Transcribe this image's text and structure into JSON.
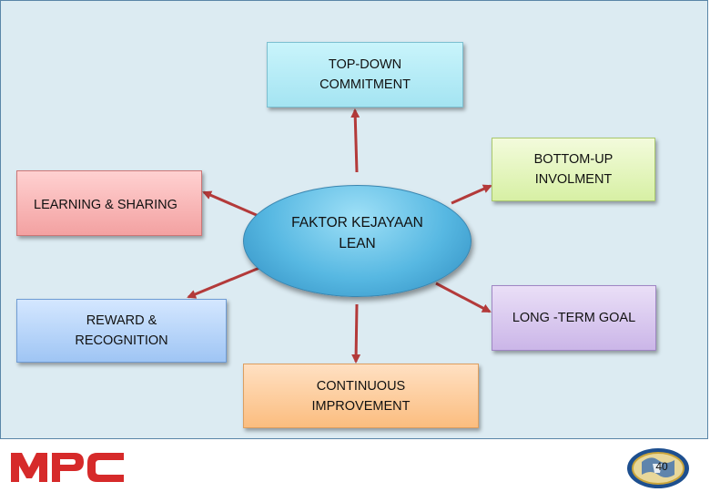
{
  "diagram": {
    "center": "FAKTOR KEJAYAAN\nLEAN",
    "nodes": {
      "top_down": "TOP-DOWN\nCOMMITMENT",
      "bottom_up": "BOTTOM-UP\nINVOLMENT",
      "learning": "LEARNING & SHARING",
      "reward": "REWARD &\nRECOGNITION",
      "long_term": "LONG -TERM GOAL",
      "continuous": "CONTINUOUS\nIMPROVEMENT"
    }
  },
  "footer": {
    "logo_text": "MPC",
    "page_number": "40"
  },
  "colors": {
    "arrow": "#b33a3a",
    "logo": "#d62a2a",
    "slide_background": "#dcebf2"
  }
}
